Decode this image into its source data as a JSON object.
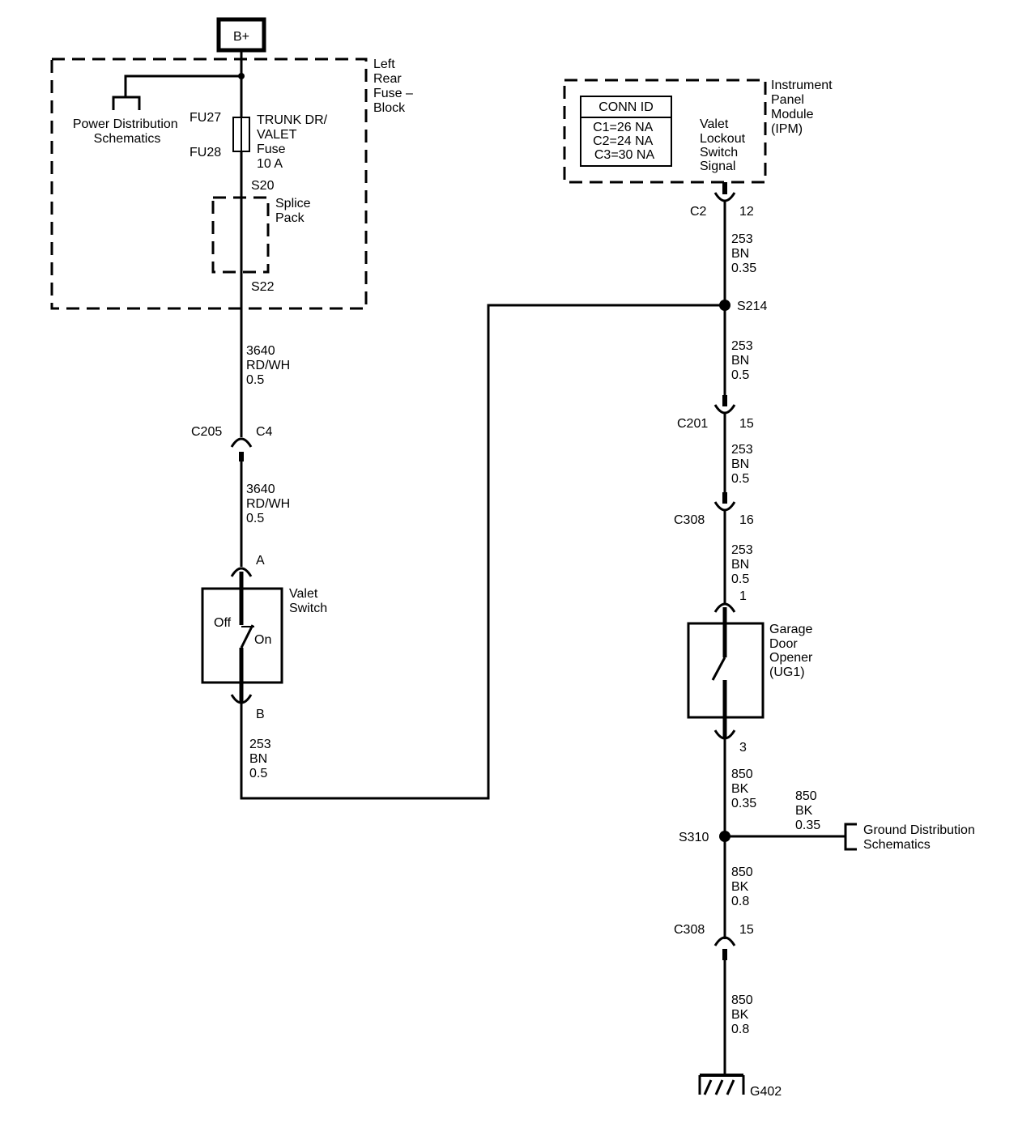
{
  "power": {
    "bplus": "B+",
    "fuse_block": [
      "Left",
      "Rear",
      "Fuse –",
      "Block"
    ],
    "power_dist": [
      "Power Distribution",
      "Schematics"
    ],
    "fu27": "FU27",
    "fu28": "FU28",
    "fuse_label": [
      "TRUNK DR/",
      "VALET",
      "Fuse",
      "10 A"
    ],
    "s20": "S20",
    "s22": "S22",
    "splice_pack": [
      "Splice",
      "Pack"
    ]
  },
  "left_circuit": {
    "wire1": [
      "3640",
      "RD/WH",
      "0.5"
    ],
    "c205": "C205",
    "c4": "C4",
    "wire2": [
      "3640",
      "RD/WH",
      "0.5"
    ],
    "pin_a": "A",
    "valet_switch": [
      "Valet",
      "Switch"
    ],
    "off": "Off",
    "on": "On",
    "pin_b": "B",
    "wire3": [
      "253",
      "BN",
      "0.5"
    ]
  },
  "ipm": {
    "name": [
      "Instrument",
      "Panel",
      "Module",
      "(IPM)"
    ],
    "conn_id_title": "CONN ID",
    "conn_ids": [
      "C1=26 NA",
      "C2=24 NA",
      "C3=30 NA"
    ],
    "signal": [
      "Valet",
      "Lockout",
      "Switch",
      "Signal"
    ]
  },
  "right_circuit": {
    "c2": "C2",
    "c2_pin": "12",
    "wire_a": [
      "253",
      "BN",
      "0.35"
    ],
    "s214": "S214",
    "wire_b": [
      "253",
      "BN",
      "0.5"
    ],
    "c201": "C201",
    "c201_pin": "15",
    "wire_c": [
      "253",
      "BN",
      "0.5"
    ],
    "c308a": "C308",
    "c308a_pin": "16",
    "wire_d": [
      "253",
      "BN",
      "0.5"
    ],
    "gdo_pin1": "1",
    "gdo": [
      "Garage",
      "Door",
      "Opener",
      "(UG1)"
    ],
    "gdo_pin3": "3",
    "wire_e": [
      "850",
      "BK",
      "0.35"
    ],
    "wire_ground_branch": [
      "850",
      "BK",
      "0.35"
    ],
    "ground_dist": [
      "Ground Distribution",
      "Schematics"
    ],
    "s310": "S310",
    "wire_f": [
      "850",
      "BK",
      "0.8"
    ],
    "c308b": "C308",
    "c308b_pin": "15",
    "wire_g": [
      "850",
      "BK",
      "0.8"
    ],
    "g402": "G402"
  }
}
